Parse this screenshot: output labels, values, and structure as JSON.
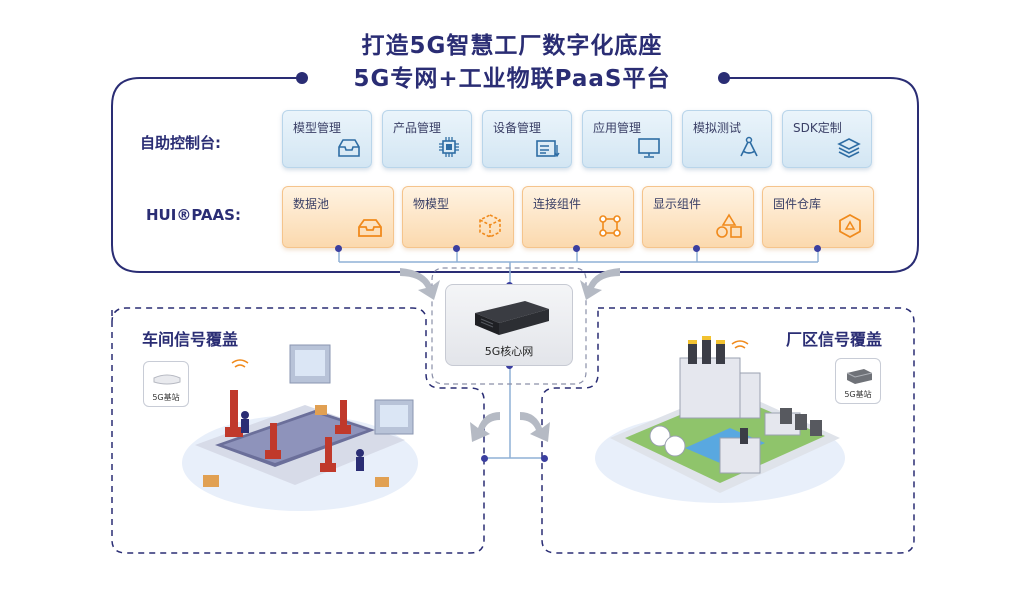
{
  "title": {
    "line1": "打造5G智慧工厂数字化底座",
    "line2": "5G专网+工业物联PaaS平台"
  },
  "rows": {
    "console_label": "自助控制台:",
    "paas_label": "HUI®PAAS:"
  },
  "console_items": [
    {
      "label": "模型管理",
      "icon": "tray-icon"
    },
    {
      "label": "产品管理",
      "icon": "chip-icon"
    },
    {
      "label": "设备管理",
      "icon": "device-list-icon"
    },
    {
      "label": "应用管理",
      "icon": "monitor-icon"
    },
    {
      "label": "模拟测试",
      "icon": "compass-icon"
    },
    {
      "label": "SDK定制",
      "icon": "layers-icon"
    }
  ],
  "paas_items": [
    {
      "label": "数据池",
      "icon": "tray-icon"
    },
    {
      "label": "物模型",
      "icon": "cube-icon"
    },
    {
      "label": "连接组件",
      "icon": "network-icon"
    },
    {
      "label": "显示组件",
      "icon": "shapes-icon"
    },
    {
      "label": "固件仓库",
      "icon": "hexagon-icon"
    }
  ],
  "core": {
    "label": "5G核心网"
  },
  "zones": {
    "workshop": {
      "title": "车间信号覆盖",
      "station_label": "5G基站"
    },
    "factory": {
      "title": "厂区信号覆盖",
      "station_label": "5G基站"
    }
  },
  "colors": {
    "navy": "#2a2d74",
    "card_blue": "#d3e6f3",
    "card_orange": "#fbd9ae",
    "connector": "#8fb0d6"
  }
}
